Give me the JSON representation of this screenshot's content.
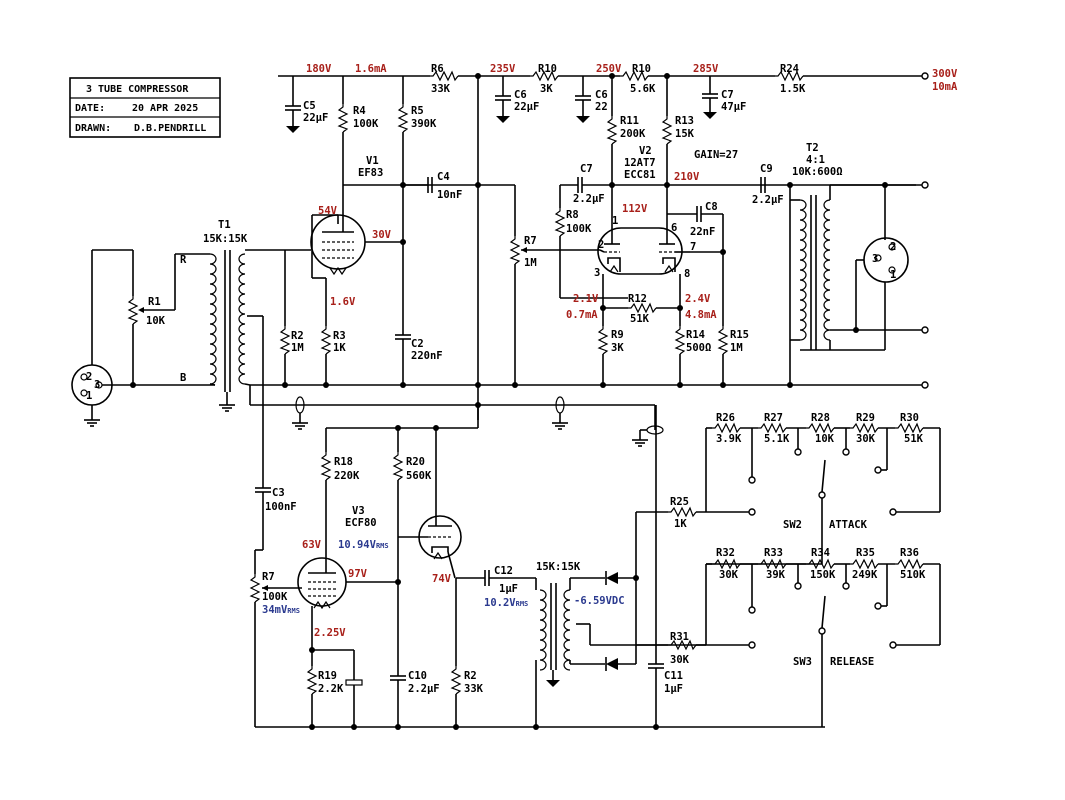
{
  "title_block": {
    "title": "3 TUBE COMPRESSOR",
    "date_label": "DATE:",
    "date_value": "20 APR 2025",
    "drawn_label": "DRAWN:",
    "drawn_value": "D.B.PENDRILL"
  },
  "colors": {
    "voltage_annotation": "#a8201a",
    "signal_annotation": "#2b3a8f"
  },
  "supply_rail": {
    "v180": "180V",
    "i16": "1.6mA",
    "v235": "235V",
    "v250": "250V",
    "v285": "285V",
    "out_v": "300V",
    "out_i": "10mA"
  },
  "components": {
    "c5": [
      "C5",
      "22µF"
    ],
    "r4": [
      "R4",
      "100K"
    ],
    "r5": [
      "R5",
      "390K"
    ],
    "r6": [
      "R6",
      "33K"
    ],
    "c6a": [
      "C6",
      "22µF"
    ],
    "r10a": [
      "R10",
      "3K"
    ],
    "c6b": [
      "C6",
      "22"
    ],
    "r10b": [
      "R10",
      "5.6K"
    ],
    "c7": [
      "C7",
      "47µF"
    ],
    "r24": [
      "R24",
      "1.5K"
    ],
    "v1": [
      "V1",
      "EF83"
    ],
    "c4": [
      "C4",
      "10nF"
    ],
    "t1": [
      "T1",
      "15K:15K"
    ],
    "r1": [
      "R1",
      "10K"
    ],
    "r2": [
      "R2",
      "1M"
    ],
    "r3": [
      "R3",
      "1K"
    ],
    "c2": [
      "C2",
      "220nF"
    ],
    "r7": [
      "R7",
      "1M"
    ],
    "c7b": [
      "C7",
      "2.2µF"
    ],
    "r8": [
      "R8",
      "100K"
    ],
    "r11": [
      "R11",
      "200K"
    ],
    "r13": [
      "R13",
      "15K"
    ],
    "v2": [
      "V2",
      "12AT7",
      "ECC81"
    ],
    "gain": "GAIN=27",
    "c8": [
      "C8",
      "22nF"
    ],
    "r12": [
      "R12",
      "51K"
    ],
    "r9": [
      "R9",
      "3K"
    ],
    "r14": [
      "R14",
      "500Ω"
    ],
    "r15": [
      "R15",
      "1M"
    ],
    "c9": [
      "C9",
      "2.2µF"
    ],
    "t2": [
      "T2",
      "4:1",
      "10K:600Ω"
    ],
    "r18": [
      "R18",
      "220K"
    ],
    "r20": [
      "R20",
      "560K"
    ],
    "v3": [
      "V3",
      "ECF80"
    ],
    "c3": [
      "C3",
      "100nF"
    ],
    "r7b": [
      "R7",
      "100K"
    ],
    "r19": [
      "R19",
      "2.2K"
    ],
    "c10": [
      "C10",
      "2.2µF"
    ],
    "r2b": [
      "R2",
      "33K"
    ],
    "c12": [
      "C12",
      "1µF"
    ],
    "t3": "15K:15K",
    "r25": [
      "R25",
      "1K"
    ],
    "r31": [
      "R31",
      "30K"
    ],
    "c11": [
      "C11",
      "1µF"
    ],
    "attack": [
      [
        "R26",
        "3.9K"
      ],
      [
        "R27",
        "5.1K"
      ],
      [
        "R28",
        "10K"
      ],
      [
        "R29",
        "30K"
      ],
      [
        "R30",
        "51K"
      ]
    ],
    "release": [
      [
        "R32",
        "30K"
      ],
      [
        "R33",
        "39K"
      ],
      [
        "R34",
        "150K"
      ],
      [
        "R35",
        "249K"
      ],
      [
        "R36",
        "510K"
      ]
    ],
    "sw2": "SW2",
    "sw2_name": "ATTACK",
    "sw3": "SW3",
    "sw3_name": "RELEASE"
  },
  "annotations": {
    "v54": "54V",
    "v30": "30V",
    "v16": "1.6V",
    "v210": "210V",
    "v112": "112V",
    "v21": "2.1V",
    "i07": "0.7mA",
    "v24": "2.4V",
    "i48": "4.8mA",
    "v63": "63V",
    "v1094": "10.94V",
    "rms": "RMS",
    "v97": "97V",
    "v225": "2.25V",
    "mv34": "34mV",
    "v74": "74V",
    "v102": "10.2V",
    "vdc": "-6.59VDC"
  },
  "pins": {
    "p2": "2",
    "p3": "3",
    "p1": "1",
    "p6": "6",
    "p7": "7",
    "p8": "8",
    "x2": "2",
    "x3": "3",
    "x1": "1",
    "xo2": "2",
    "xo3": "3",
    "xo1": "1",
    "R": "R",
    "B": "B"
  }
}
